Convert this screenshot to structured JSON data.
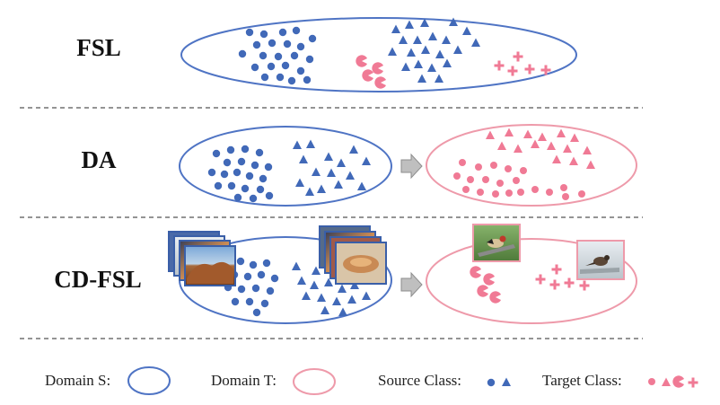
{
  "rows": {
    "fsl": {
      "label": "FSL"
    },
    "da": {
      "label": "DA"
    },
    "cdfsl": {
      "label": "CD-FSL"
    }
  },
  "legend": {
    "domain_s": "Domain S:",
    "domain_t": "Domain T:",
    "source_class": "Source Class:",
    "target_class": "Target Class:"
  },
  "colors": {
    "source": "#4169b8",
    "target": "#f07a95",
    "domain_s_border": "#4f74c4",
    "domain_t_border": "#ee9aaa",
    "separator": "#555555",
    "arrow": "#9a9a9a"
  },
  "icons": {
    "arrow": "grey-right-arrow-icon",
    "source_shapes": [
      "blue-circle-icon",
      "blue-triangle-icon"
    ],
    "target_shapes": [
      "pink-circle-icon",
      "pink-triangle-icon",
      "pink-pacman-icon",
      "pink-cross-icon"
    ]
  }
}
